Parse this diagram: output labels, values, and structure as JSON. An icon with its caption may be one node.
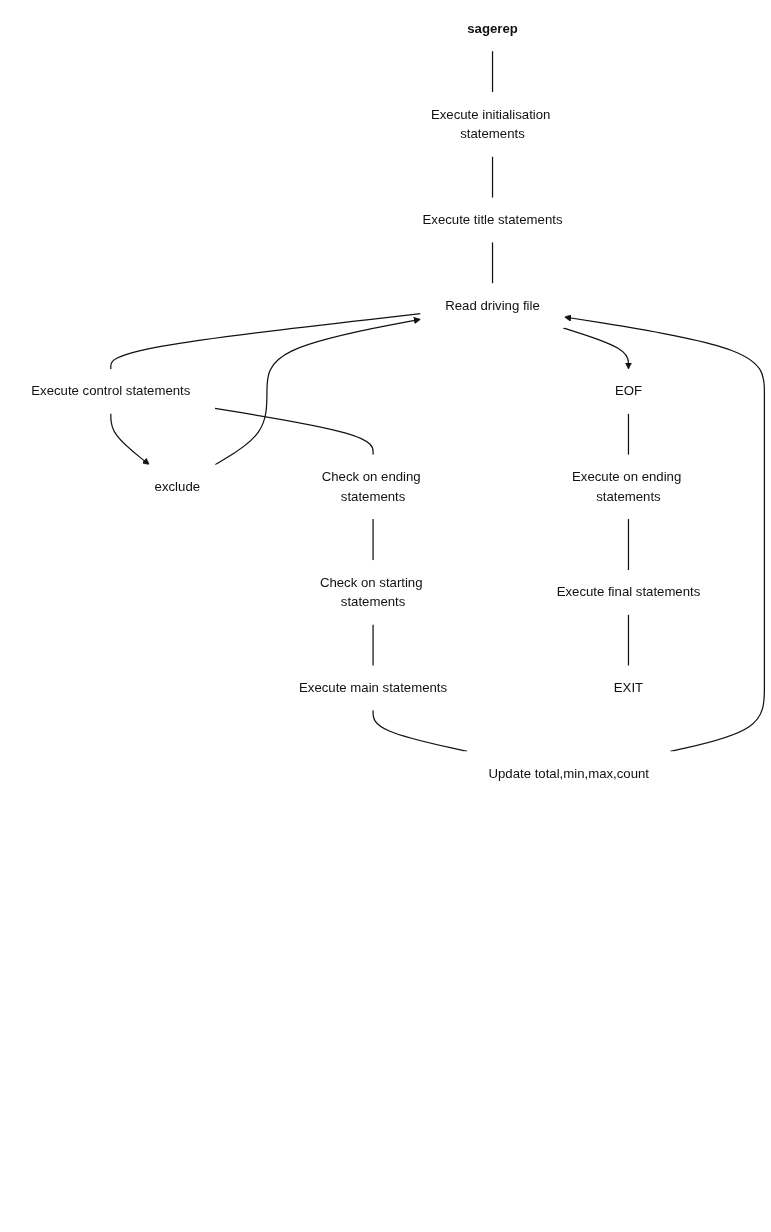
{
  "diagram": {
    "nodes": [
      {
        "text": [
          "sagerep"
        ]
      },
      {
        "text": [
          "Execute initialisation statements"
        ]
      },
      {
        "text": [
          "Execute title statements"
        ]
      },
      {
        "text": [
          "Read driving file"
        ]
      },
      {
        "text": [
          "EOF"
        ]
      },
      {
        "text": [
          "Execute control statements"
        ]
      },
      {
        "text": [
          "exclude"
        ]
      },
      {
        "text": [
          "Check on ending statements"
        ]
      },
      {
        "text": [
          "Check on starting statements"
        ]
      },
      {
        "text": [
          "Execute main statements"
        ]
      },
      {
        "text": [
          "Update total,min,max,count"
        ]
      },
      {
        "text": [
          "Execute on ending statements"
        ]
      },
      {
        "text": [
          "Execute final statements"
        ]
      },
      {
        "text": [
          "EXIT"
        ]
      }
    ],
    "edges": [
      {
        "from": 0,
        "to": 1,
        "arrow": "none"
      },
      {
        "from": 1,
        "to": 2,
        "arrow": "none"
      },
      {
        "from": 2,
        "to": 3,
        "arrow": "none"
      },
      {
        "from": 3,
        "to": 4,
        "arrow": "to"
      },
      {
        "from": 3,
        "to": 5,
        "arrow": "none"
      },
      {
        "from": 5,
        "to": 6,
        "arrow": "to"
      },
      {
        "from": 6,
        "to": 3,
        "arrow": "to"
      },
      {
        "from": 5,
        "to": 7,
        "arrow": "none"
      },
      {
        "from": 7,
        "to": 8,
        "arrow": "none"
      },
      {
        "from": 8,
        "to": 9,
        "arrow": "none"
      },
      {
        "from": 9,
        "to": 10,
        "arrow": "none"
      },
      {
        "from": 10,
        "to": 3,
        "arrow": "to"
      },
      {
        "from": 4,
        "to": 11,
        "arrow": "none"
      },
      {
        "from": 11,
        "to": 12,
        "arrow": "none"
      },
      {
        "from": 12,
        "to": 13,
        "arrow": "none"
      }
    ]
  }
}
